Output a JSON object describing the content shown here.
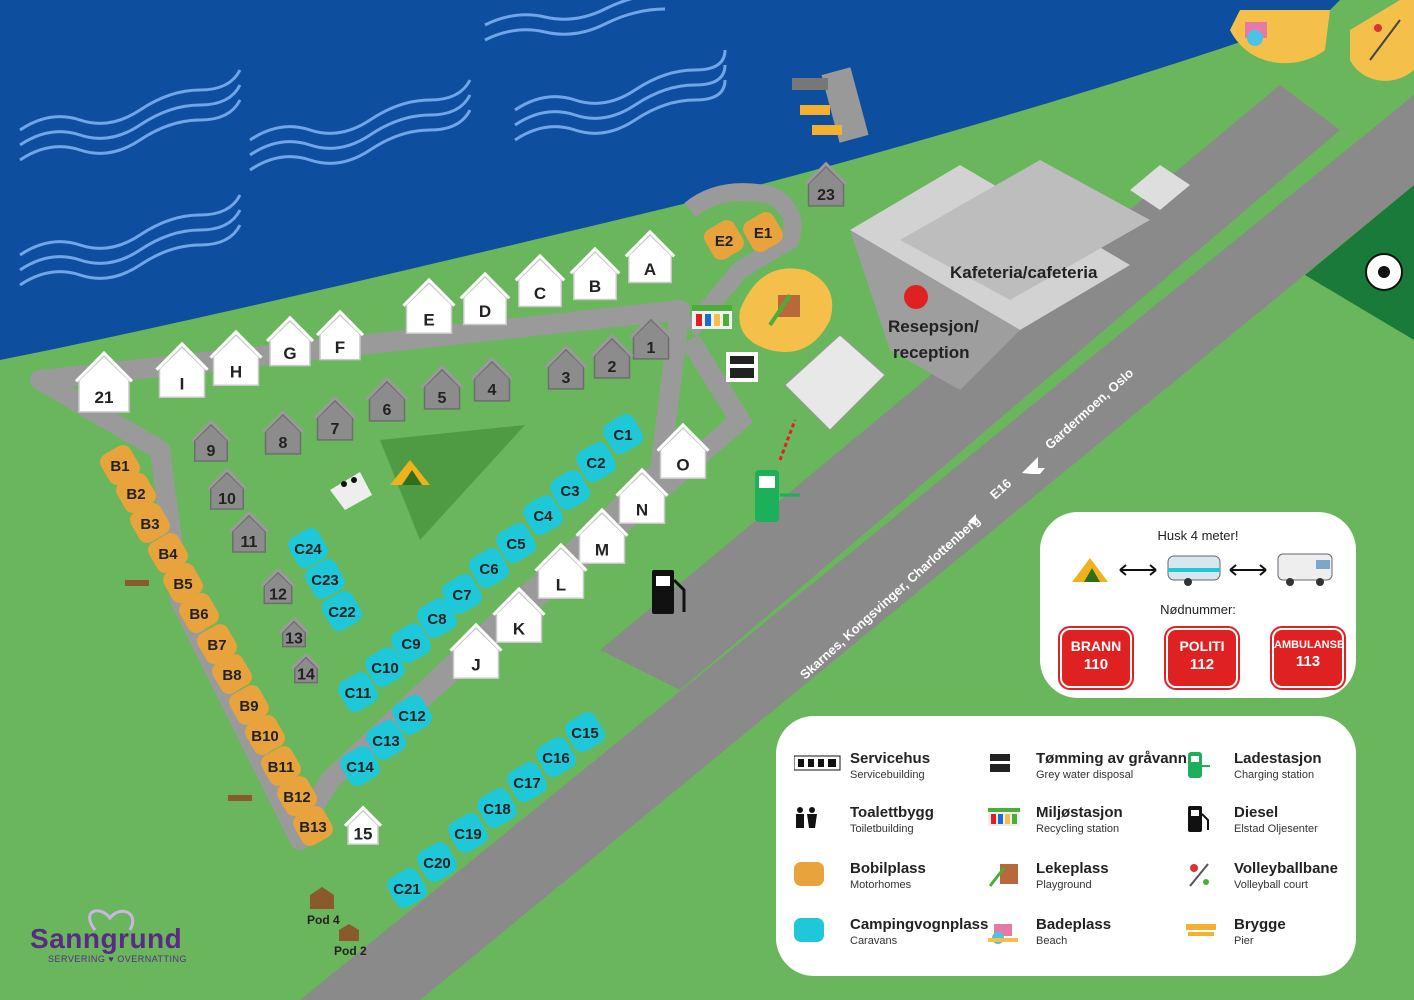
{
  "map_labels": {
    "cafeteria": "Kafeteria/cafeteria",
    "reception_line1": "Resepsjon/",
    "reception_line2": "reception",
    "road_oslo": "Gardermoen, Oslo",
    "road_e16": "E16",
    "road_east": "Skarnes, Kongsvinger, Charlottenberg",
    "pod4": "Pod 4",
    "pod2": "Pod 2"
  },
  "brand": {
    "name": "Sanngrund",
    "tagline": "SERVERING ♥ OVERNATTING"
  },
  "cabins_white": [
    "21",
    "I",
    "H",
    "G",
    "F",
    "E",
    "D",
    "C",
    "B",
    "A",
    "O",
    "N",
    "M",
    "L",
    "K",
    "J",
    "15"
  ],
  "cabins_grey": [
    "1",
    "2",
    "3",
    "4",
    "5",
    "6",
    "7",
    "8",
    "9",
    "10",
    "11",
    "12",
    "13",
    "14",
    "23"
  ],
  "motorhome_pitches": [
    "B1",
    "B2",
    "B3",
    "B4",
    "B5",
    "B6",
    "B7",
    "B8",
    "B9",
    "B10",
    "B11",
    "B12",
    "B13",
    "E1",
    "E2"
  ],
  "caravan_pitches": [
    "C1",
    "C2",
    "C3",
    "C4",
    "C5",
    "C6",
    "C7",
    "C8",
    "C9",
    "C10",
    "C11",
    "C12",
    "C13",
    "C14",
    "C15",
    "C16",
    "C17",
    "C18",
    "C19",
    "C20",
    "C21",
    "C22",
    "C23",
    "C24"
  ],
  "info": {
    "distance_title": "Husk 4 meter!",
    "emergency_title": "Nødnummer:",
    "emergency": [
      {
        "name": "BRANN",
        "number": "110"
      },
      {
        "name": "POLITI",
        "number": "112"
      },
      {
        "name": "AMBULANSE",
        "number": "113"
      }
    ]
  },
  "legend": [
    {
      "title": "Servicehus",
      "subtitle": "Servicebuilding",
      "icon": "service-building-icon"
    },
    {
      "title": "Tømming av gråvann",
      "subtitle": "Grey water disposal",
      "icon": "grey-water-icon"
    },
    {
      "title": "Ladestasjon",
      "subtitle": "Charging station",
      "icon": "charging-station-icon"
    },
    {
      "title": "Toalettbygg",
      "subtitle": "Toiletbuilding",
      "icon": "toilet-icon"
    },
    {
      "title": "Miljøstasjon",
      "subtitle": "Recycling station",
      "icon": "recycling-icon"
    },
    {
      "title": "Diesel",
      "subtitle": "Elstad Oljesenter",
      "icon": "fuel-pump-icon"
    },
    {
      "title": "Bobilplass",
      "subtitle": "Motorhomes",
      "icon": "motorhome-swatch-icon"
    },
    {
      "title": "Lekeplass",
      "subtitle": "Playground",
      "icon": "playground-icon"
    },
    {
      "title": "Volleyballbane",
      "subtitle": "Volleyball court",
      "icon": "volleyball-icon"
    },
    {
      "title": "Campingvognplass",
      "subtitle": "Caravans",
      "icon": "caravan-swatch-icon"
    },
    {
      "title": "Badeplass",
      "subtitle": "Beach",
      "icon": "beach-icon"
    },
    {
      "title": "Brygge",
      "subtitle": "Pier",
      "icon": "pier-icon"
    }
  ],
  "colors": {
    "water": "#0d4f9e",
    "grass": "#6ab65c",
    "road": "#8a8a8a",
    "motorhome": "#e8a33d",
    "caravan": "#1ec8d8",
    "emergency": "#e02121",
    "brand": "#5b2a86"
  }
}
